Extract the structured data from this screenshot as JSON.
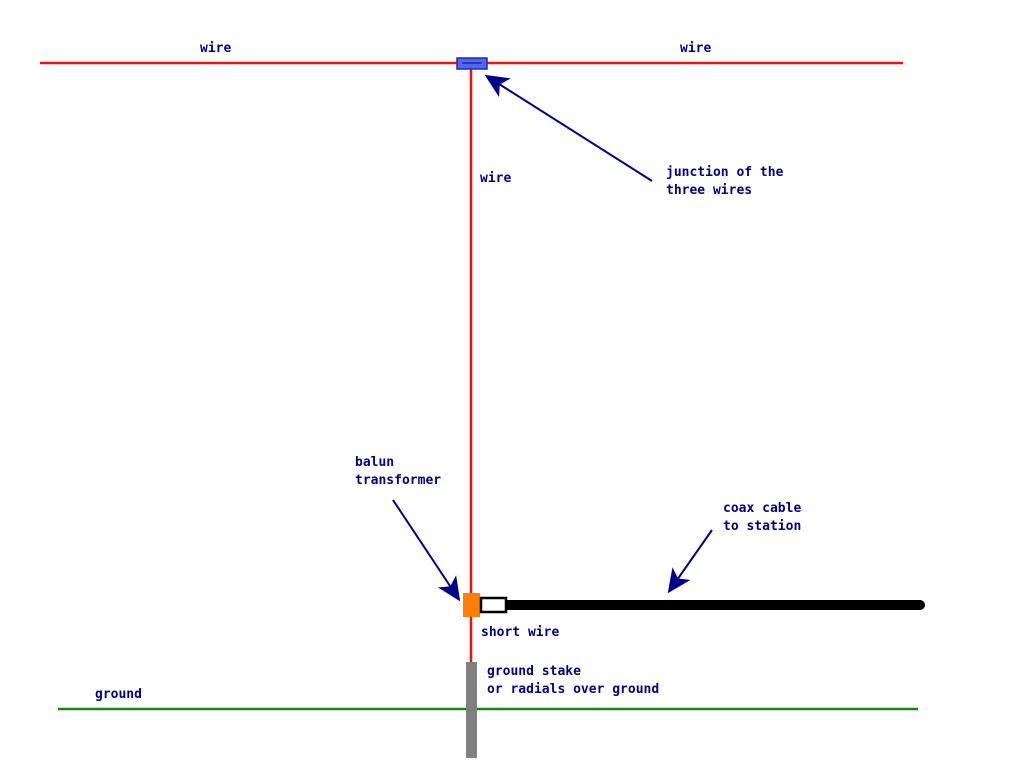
{
  "labels": {
    "wire_left": "wire",
    "wire_right": "wire",
    "wire_vertical": "wire",
    "junction_line1": "junction of the",
    "junction_line2": "three wires",
    "balun_line1": "balun",
    "balun_line2": "transformer",
    "coax_line1": "coax cable",
    "coax_line2": "to station",
    "short_wire": "short wire",
    "stake_line1": "ground stake",
    "stake_line2": "or radials over ground",
    "ground": "ground"
  },
  "colors": {
    "wire": "#ee1111",
    "ground": "#118811",
    "coax": "#000000",
    "balun": "#ff8000",
    "junction": "#5566ee",
    "stake": "#808080",
    "arrow": "#00008b",
    "text": "#00008b"
  }
}
